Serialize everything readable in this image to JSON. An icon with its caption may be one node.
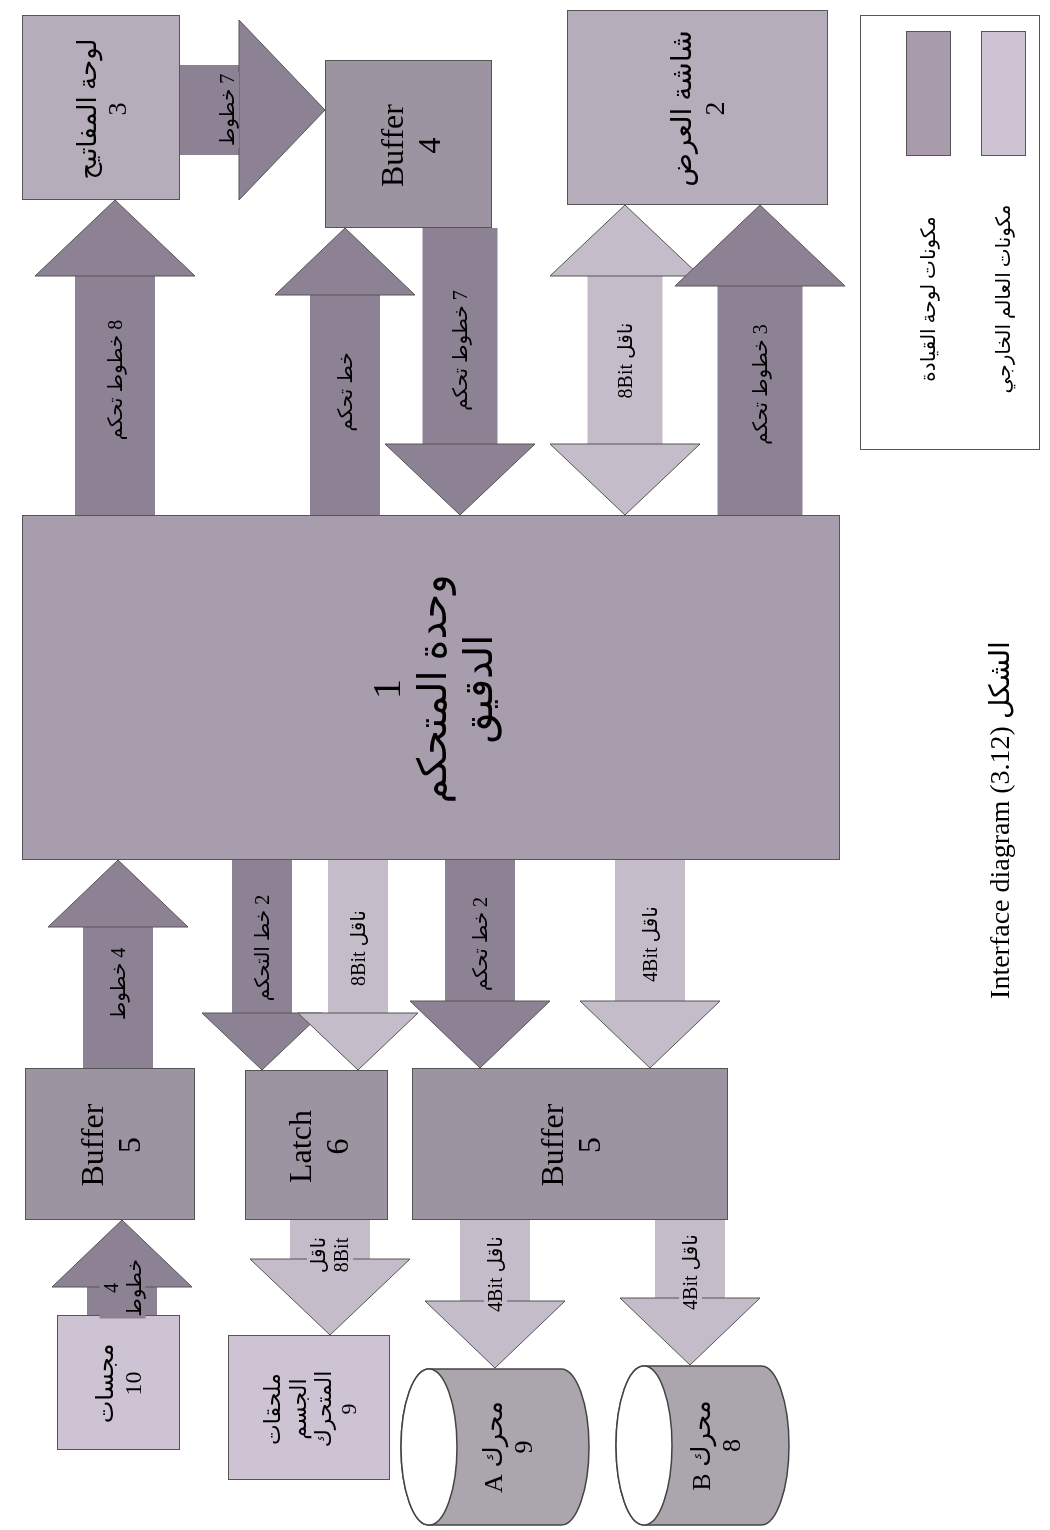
{
  "diagram": {
    "caption": "Interface diagram (3.12) الشكل",
    "nodes": [
      {
        "text": [
          "وحدة المتحكم الدقيق",
          "1"
        ]
      },
      {
        "text": [
          "لوحة المفاتيح",
          "3"
        ]
      },
      {
        "text": [
          "Buffer",
          "4"
        ]
      },
      {
        "text": [
          "شاشة العرض",
          "2"
        ]
      },
      {
        "text": [
          "Buffer",
          "5"
        ]
      },
      {
        "text": [
          "Latch",
          "6"
        ]
      },
      {
        "text": [
          "Buffer",
          "5"
        ]
      },
      {
        "text": [
          "مجسات",
          "10"
        ]
      },
      {
        "text": [
          "ملحقات الجسم المتحرك",
          "9"
        ]
      },
      {
        "text": [
          "محرك A",
          "9"
        ]
      },
      {
        "text": [
          "محرك B",
          "8"
        ]
      }
    ],
    "edges": [
      {
        "from": 0,
        "to": 1,
        "arrow": "to",
        "label": "8 خطوط تحكم"
      },
      {
        "from": 1,
        "to": 2,
        "arrow": "to",
        "label": "7 خطوط"
      },
      {
        "from": 0,
        "to": 2,
        "arrow": "to",
        "label": "خط تحكم"
      },
      {
        "from": 2,
        "to": 0,
        "arrow": "to",
        "label": "7 خطوط تحكم"
      },
      {
        "from": 0,
        "to": 3,
        "arrow": "both",
        "label": "ناقل 8Bit",
        "color": "#c4bcc8"
      },
      {
        "from": 0,
        "to": 3,
        "arrow": "to",
        "label": "3 خطوط تحكم"
      },
      {
        "from": 4,
        "to": 0,
        "arrow": "to",
        "label": "4 خطوط"
      },
      {
        "from": 0,
        "to": 5,
        "arrow": "to",
        "label": "2 خط التحكم"
      },
      {
        "from": 0,
        "to": 5,
        "arrow": "to",
        "label": "ناقل 8Bit",
        "color": "#c4bcc8"
      },
      {
        "from": 0,
        "to": 6,
        "arrow": "to",
        "label": "2 خط تحكم"
      },
      {
        "from": 0,
        "to": 6,
        "arrow": "to",
        "label": "ناقل 4Bit",
        "color": "#c4bcc8"
      },
      {
        "from": 7,
        "to": 4,
        "arrow": "to",
        "label": "4 خطوط"
      },
      {
        "from": 5,
        "to": 8,
        "arrow": "to",
        "label": "ناقل 8Bit",
        "color": "#c4bcc8"
      },
      {
        "from": 6,
        "to": 9,
        "arrow": "to",
        "label": "ناقل 4Bit",
        "color": "#c4bcc8"
      },
      {
        "from": 6,
        "to": 10,
        "arrow": "to",
        "label": "ناقل 4Bit",
        "color": "#c4bcc8"
      }
    ],
    "legend": [
      {
        "text": "مكونات لوحة القيادة",
        "color": "#a89cac"
      },
      {
        "text": "مكونات العالم الخارجي",
        "color": "#cdc3d2"
      }
    ]
  }
}
